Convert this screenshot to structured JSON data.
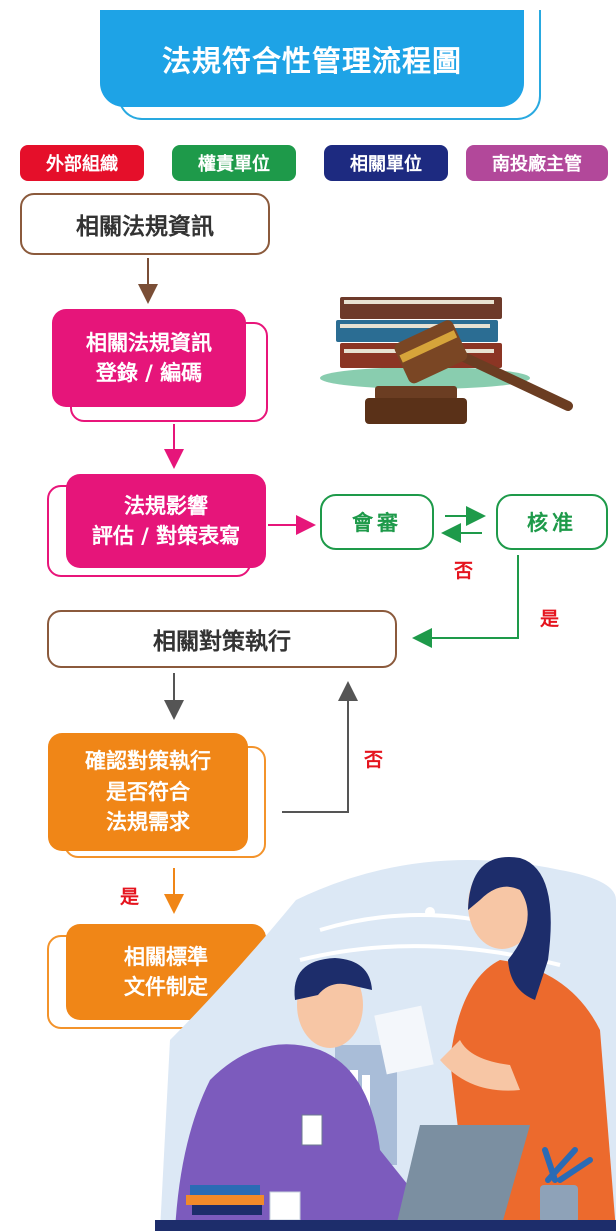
{
  "title": "法規符合性管理流程圖",
  "legend": [
    {
      "label": "外部組織",
      "color": "#e50f2a"
    },
    {
      "label": "權責單位",
      "color": "#1e9a4a"
    },
    {
      "label": "相關單位",
      "color": "#1d2a80"
    },
    {
      "label": "南投廠主管",
      "color": "#b2489a"
    }
  ],
  "nodes": {
    "n1": "相關法規資訊",
    "n2_line1": "相關法規資訊",
    "n2_line2": "登錄 / 編碼",
    "n3_line1": "法規影響",
    "n3_line2": "評估 / 對策表寫",
    "review": "會審",
    "approve": "核准",
    "execute": "相關對策執行",
    "confirm_line1": "確認對策執行",
    "confirm_line2": "是否符合",
    "confirm_line3": "法規需求",
    "std_line1": "相關標準",
    "std_line2": "文件制定"
  },
  "labels": {
    "no_review": "否",
    "yes_approve": "是",
    "no_confirm": "否",
    "yes_confirm": "是"
  },
  "colors": {
    "title_blue": "#1ea3e6",
    "pink": "#e6157a",
    "green": "#1e9a4a",
    "orange": "#f08617",
    "brown": "#8b5a3c",
    "red_label": "#e5141e"
  }
}
